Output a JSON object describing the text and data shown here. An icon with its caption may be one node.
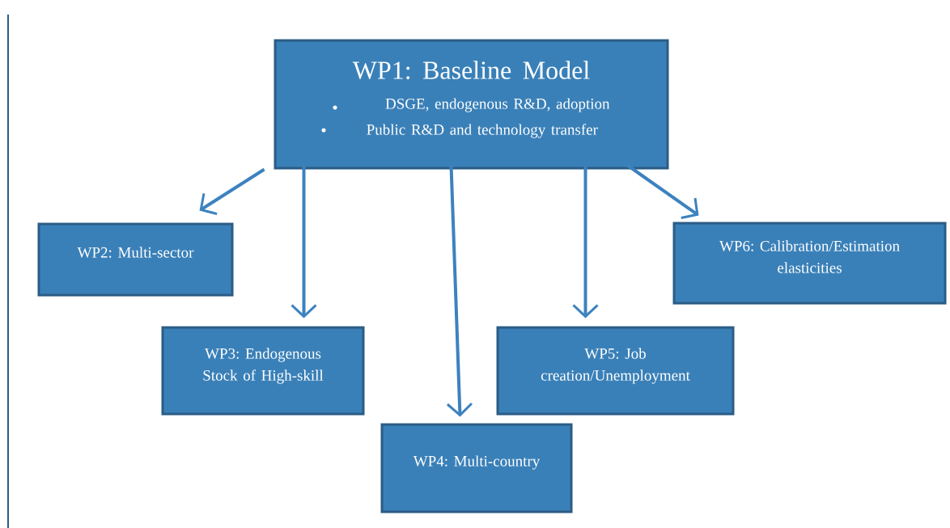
{
  "diagram": {
    "nodes": [
      {
        "text": [
          "WP1: Baseline Model",
          "DSGE, endogenous R&D, adoption",
          "Public R&D and technology transfer"
        ]
      },
      {
        "text": [
          "WP2: Multi-sector"
        ]
      },
      {
        "text": [
          "WP3: Endogenous Stock of High-skill"
        ]
      },
      {
        "text": [
          "WP4: Multi-country"
        ]
      },
      {
        "text": [
          "WP5: Job creation/Unemployment"
        ]
      },
      {
        "text": [
          "WP6: Calibration/Estimation elasticities"
        ]
      }
    ],
    "edges": [
      {
        "from": 0,
        "to": 1,
        "arrow": "to"
      },
      {
        "from": 0,
        "to": 2,
        "arrow": "to"
      },
      {
        "from": 0,
        "to": 3,
        "arrow": "to"
      },
      {
        "from": 0,
        "to": 4,
        "arrow": "to"
      },
      {
        "from": 0,
        "to": 5,
        "arrow": "to"
      }
    ]
  }
}
